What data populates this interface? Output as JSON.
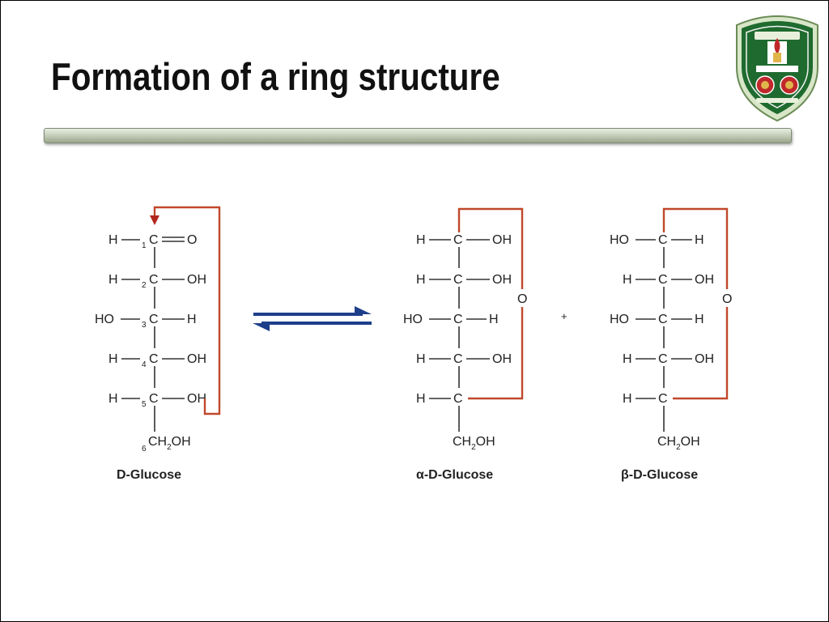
{
  "slide": {
    "title": "Formation of a ring structure",
    "logo": {
      "name": "university-of-jordan-seal",
      "colors": {
        "shield": "#1f6b2f",
        "accent": "#c0282b",
        "gold": "#e0b64a"
      }
    }
  },
  "colors": {
    "ring_bond": "#c0482b",
    "arrow_red": "#b3261e",
    "equilibrium_arrows": "#1d3f8a",
    "rule_bar": "#c7d0bc"
  },
  "diagram": {
    "d_glucose": {
      "caption": "D-Glucose",
      "c1": {
        "left": "H",
        "num": "1",
        "carbon": "C",
        "right": "O"
      },
      "c2": {
        "left": "H",
        "num": "2",
        "carbon": "C",
        "right": "OH"
      },
      "c3": {
        "left": "HO",
        "num": "3",
        "carbon": "C",
        "right": "H"
      },
      "c4": {
        "left": "H",
        "num": "4",
        "carbon": "C",
        "right": "OH"
      },
      "c5": {
        "left": "H",
        "num": "5",
        "carbon": "C",
        "right": "OH"
      },
      "c6": {
        "num": "6",
        "text": "CH",
        "sub": "2",
        "tail": "OH"
      }
    },
    "alpha": {
      "caption": "α-D-Glucose",
      "ring_o": "O",
      "rows": [
        {
          "left": "H",
          "carbon": "C",
          "right": "OH"
        },
        {
          "left": "H",
          "carbon": "C",
          "right": "OH"
        },
        {
          "left": "HO",
          "carbon": "C",
          "right": "H"
        },
        {
          "left": "H",
          "carbon": "C",
          "right": "OH"
        },
        {
          "left": "H",
          "carbon": "C",
          "right": ""
        }
      ],
      "c6": {
        "text": "CH",
        "sub": "2",
        "tail": "OH"
      }
    },
    "plus": "+",
    "beta": {
      "caption": "β-D-Glucose",
      "ring_o": "O",
      "rows": [
        {
          "left": "HO",
          "carbon": "C",
          "right": "H"
        },
        {
          "left": "H",
          "carbon": "C",
          "right": "OH"
        },
        {
          "left": "HO",
          "carbon": "C",
          "right": "H"
        },
        {
          "left": "H",
          "carbon": "C",
          "right": "OH"
        },
        {
          "left": "H",
          "carbon": "C",
          "right": ""
        }
      ],
      "c6": {
        "text": "CH",
        "sub": "2",
        "tail": "OH"
      }
    }
  }
}
